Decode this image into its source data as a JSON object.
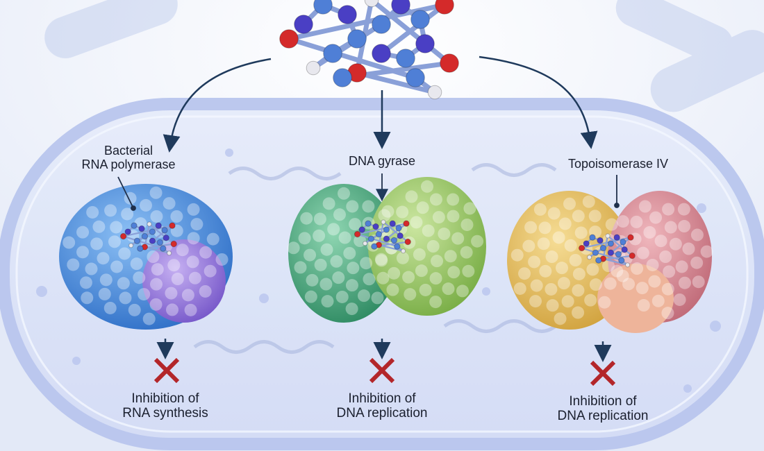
{
  "targets": [
    {
      "name_line1": "Bacterial",
      "name_line2": "RNA polymerase",
      "effect_line1": "Inhibition of",
      "effect_line2": "RNA synthesis",
      "color_a": "#4f93e0",
      "color_b": "#9b7ee0"
    },
    {
      "name_line1": "DNA gyrase",
      "name_line2": "",
      "effect_line1": "Inhibition of",
      "effect_line2": "DNA replication",
      "color_a": "#4fae86",
      "color_b": "#9ccc6a"
    },
    {
      "name_line1": "Topoisomerase IV",
      "name_line2": "",
      "effect_line1": "Inhibition of",
      "effect_line2": "DNA replication",
      "color_a": "#e8c15e",
      "color_b": "#d98a96"
    }
  ],
  "colors": {
    "membrane": "#c9d4f2",
    "cytoplasm": "#dfe5f8",
    "arrow": "#1f3a5c",
    "cross": "#b3262a",
    "atom_n": "#4a3fc4",
    "atom_c": "#4f7fd6",
    "atom_o": "#d42a2a",
    "atom_h": "#e8e8ee"
  }
}
